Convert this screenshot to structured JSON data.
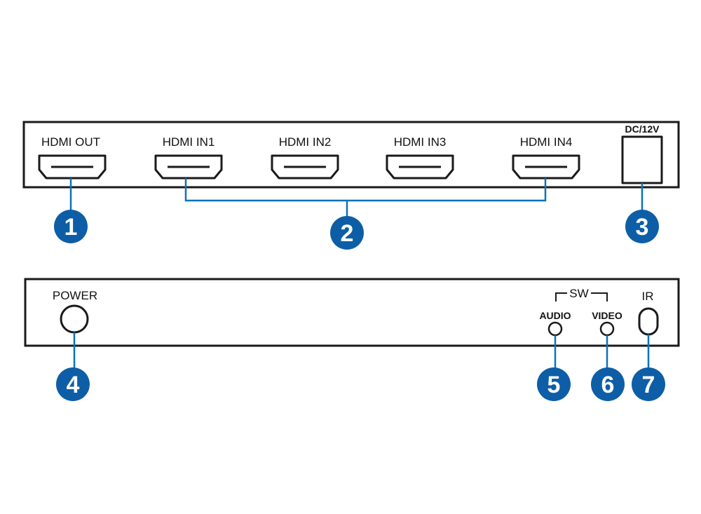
{
  "front_panel": {
    "ports": [
      {
        "label": "HDMI OUT"
      },
      {
        "label": "HDMI IN1"
      },
      {
        "label": "HDMI IN2"
      },
      {
        "label": "HDMI IN3"
      },
      {
        "label": "HDMI IN4"
      }
    ],
    "power_jack_label": "DC/12V"
  },
  "rear_panel": {
    "power_label": "POWER",
    "switch_group_label": "SW",
    "audio_label": "AUDIO",
    "video_label": "VIDEO",
    "ir_label": "IR"
  },
  "callouts": [
    "1",
    "2",
    "3",
    "4",
    "5",
    "6",
    "7"
  ],
  "colors": {
    "callout_fill": "#0d5ea6",
    "leader_line": "#0b73b8",
    "outline": "#1a1a1a"
  }
}
